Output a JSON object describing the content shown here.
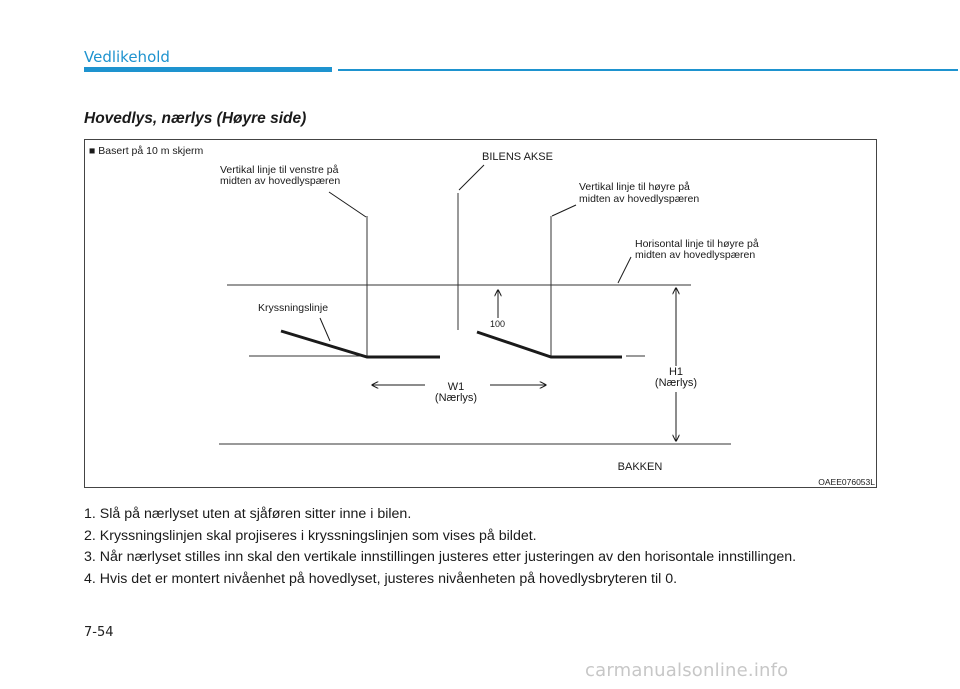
{
  "header": {
    "section_title": "Vedlikehold",
    "accent_color": "#1e93cf"
  },
  "heading": "Hovedlys, nærlys (Høyre side)",
  "figure": {
    "legend": "■ Basert på 10 m skjerm",
    "labels": {
      "left_vertical_1": "Vertikal linje til venstre på",
      "left_vertical_2": "midten av hovedlyspæren",
      "axis": "BILENS AKSE",
      "right_vertical_1": "Vertikal linje til høyre på",
      "right_vertical_2": "midten av hovedlyspæren",
      "horizontal_1": "Horisontal linje til høyre på",
      "horizontal_2": "midten av hovedlyspæren",
      "crossing": "Kryssningslinje",
      "distance": "100",
      "w1": "W1",
      "w1_sub": "(Nærlys)",
      "h1": "H1",
      "h1_sub": "(Nærlys)",
      "ground": "BAKKEN",
      "code": "OAEE076053L"
    }
  },
  "steps": [
    "1. Slå på nærlyset uten at sjåføren sitter inne i bilen.",
    "2. Kryssningslinjen skal projiseres i kryssningslinjen som vises på bildet.",
    "3. Når nærlyset stilles inn skal den vertikale innstillingen justeres etter justeringen av den horisontale innstillingen.",
    "4. Hvis det er montert nivåenhet på hovedlyset, justeres nivåenheten på hovedlysbryteren til 0."
  ],
  "page_number": "7-54",
  "watermark": "carmanualsonline.info"
}
